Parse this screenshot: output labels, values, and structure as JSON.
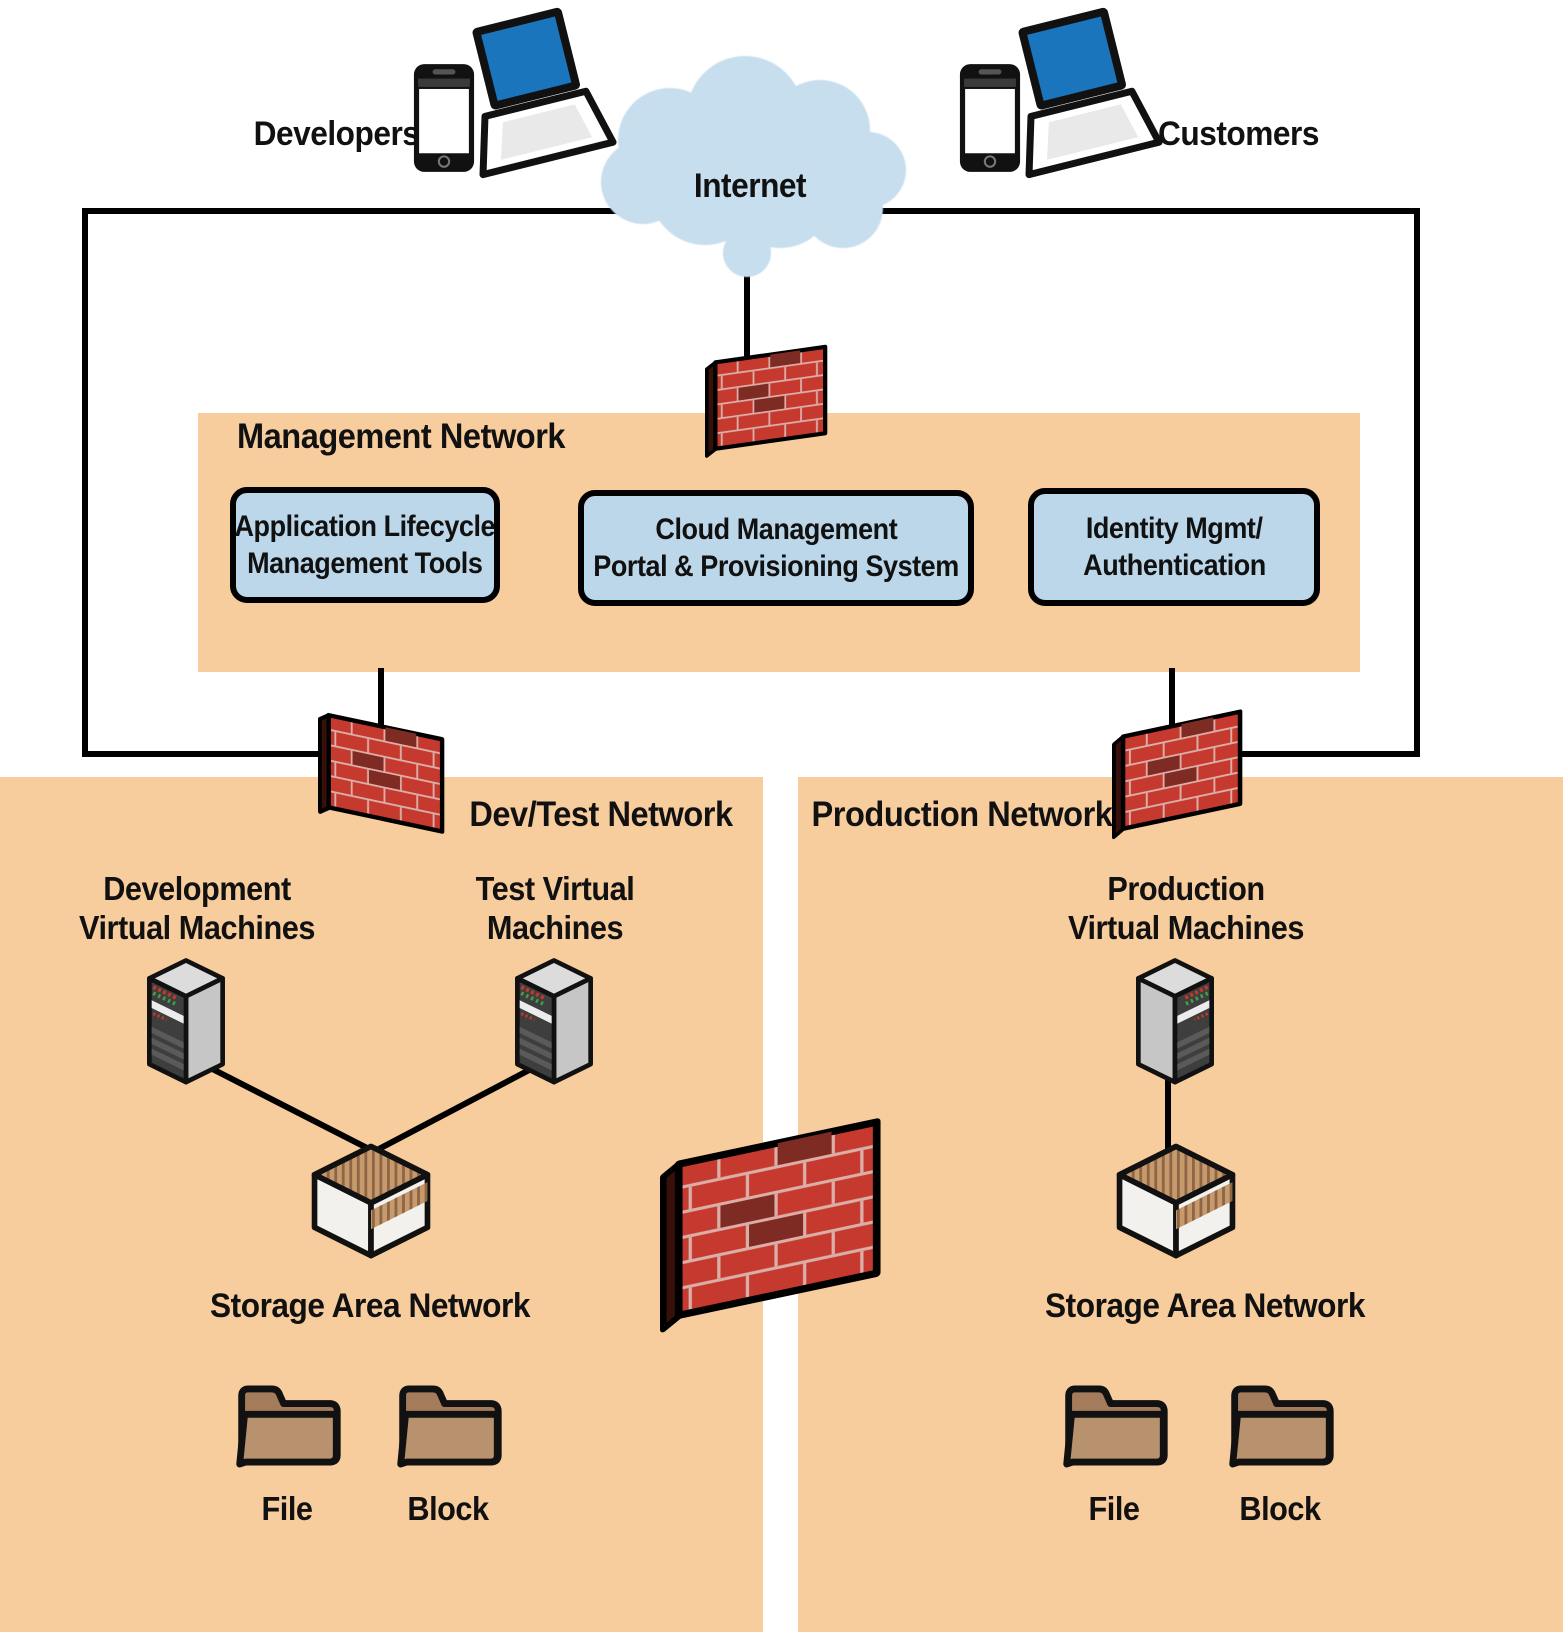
{
  "header": {
    "developers_label": "Developers",
    "customers_label": "Customers",
    "internet_label": "Internet"
  },
  "management_network": {
    "title": "Management Network",
    "nodes": [
      {
        "line1": "Application Lifecycle",
        "line2": "Management Tools"
      },
      {
        "line1": "Cloud Management",
        "line2": "Portal & Provisioning System"
      },
      {
        "line1": "Identity Mgmt/",
        "line2": "Authentication"
      }
    ]
  },
  "dev_test_network": {
    "title": "Dev/Test Network",
    "development_vm_label": {
      "line1": "Development",
      "line2": "Virtual Machines"
    },
    "test_vm_label": {
      "line1": "Test Virtual",
      "line2": "Machines"
    },
    "san_label": "Storage Area Network",
    "file_label": "File",
    "block_label": "Block"
  },
  "production_network": {
    "title": "Production Network",
    "production_vm_label": {
      "line1": "Production",
      "line2": "Virtual Machines"
    },
    "san_label": "Storage Area Network",
    "file_label": "File",
    "block_label": "Block"
  },
  "icons": {
    "internet_cloud": "cloud",
    "firewall": "brick-wall",
    "developers_devices": "smartphone-and-laptop",
    "customers_devices": "smartphone-and-laptop",
    "virtual_machine": "server-tower",
    "san_switch": "network-switch",
    "storage": "folder"
  },
  "colors": {
    "panel_orange": "#F8CD9E",
    "node_blue": "#BCD7E9",
    "cloud_blue": "#C7DEEE",
    "brick_red": "#C5392E",
    "brick_dark": "#7E2B24",
    "mortar": "#DBAEA8",
    "wall_side": "#38100B",
    "line_black": "#000000",
    "label_black": "#111111",
    "laptop_screen_blue": "#1B75BC",
    "device_black": "#111111",
    "server_gray": "#C6C6C6",
    "server_top": "#DCDCDC",
    "server_front": "#3E3E3E",
    "san_body": "#F3F1ED",
    "fin_tan": "#C79A6C",
    "fin_dark": "#8D6647",
    "folder_front": "#B8926F",
    "folder_back": "#A47C5B"
  }
}
